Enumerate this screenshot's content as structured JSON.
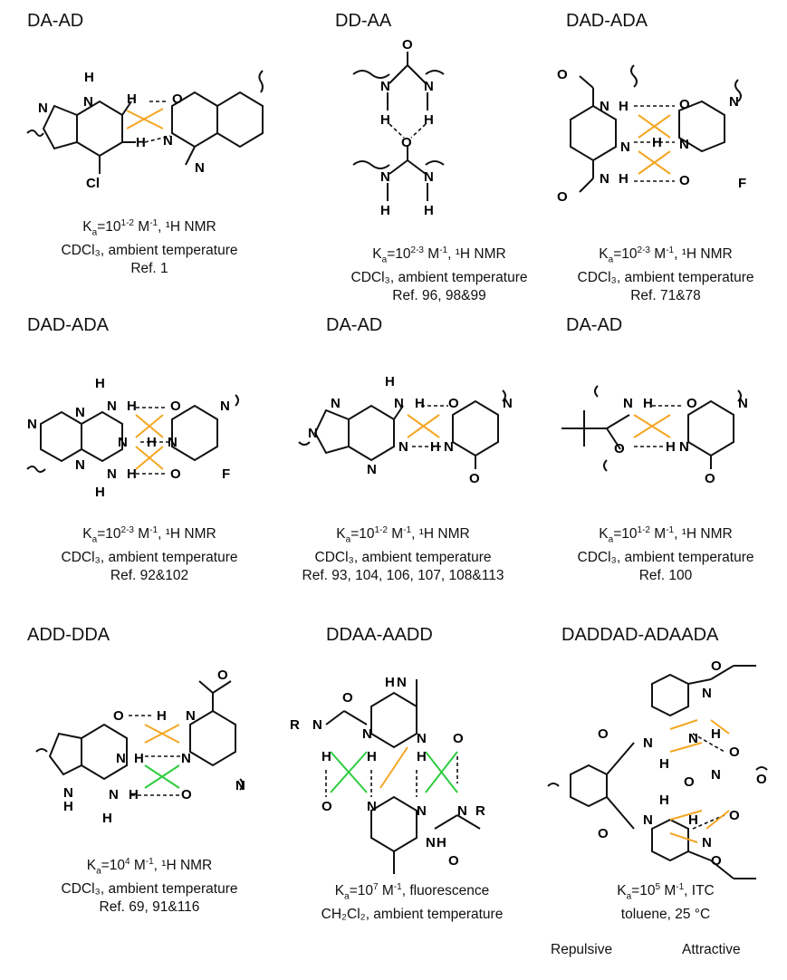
{
  "colors": {
    "repulsive": "#2ecc40",
    "attractive": "#f5a623",
    "ink": "#111111"
  },
  "panels": [
    {
      "title": "DA-AD",
      "ka": "10",
      "ka_exp": "1-2",
      "ka_unit": " M",
      "method": "¹H NMR",
      "solvent": "CDCl₃, ambient temperature",
      "ref": "Ref. 1"
    },
    {
      "title": "DD-AA",
      "ka": "10",
      "ka_exp": "2-3",
      "ka_unit": " M",
      "method": "¹H NMR",
      "solvent": "CDCl₃, ambient temperature",
      "ref": "Ref. 96, 98&99"
    },
    {
      "title": "DAD-ADA",
      "ka": "10",
      "ka_exp": "2-3",
      "ka_unit": " M",
      "method": "¹H NMR",
      "solvent": "CDCl₃, ambient temperature",
      "ref": "Ref. 71&78"
    },
    {
      "title": "DAD-ADA",
      "ka": "10",
      "ka_exp": "2-3",
      "ka_unit": " M",
      "method": "¹H NMR",
      "solvent": "CDCl₃, ambient temperature",
      "ref": "Ref. 92&102"
    },
    {
      "title": "DA-AD",
      "ka": "10",
      "ka_exp": "1-2",
      "ka_unit": " M",
      "method": "¹H NMR",
      "solvent": "CDCl₃, ambient temperature",
      "ref": "Ref. 93, 104, 106, 107, 108&113"
    },
    {
      "title": "DA-AD",
      "ka": "10",
      "ka_exp": "1-2",
      "ka_unit": " M",
      "method": "¹H NMR",
      "solvent": "CDCl₃, ambient temperature",
      "ref": "Ref. 100"
    },
    {
      "title": "ADD-DDA",
      "ka": "10",
      "ka_exp": "4",
      "ka_unit": " M",
      "method": "¹H NMR",
      "solvent": "CDCl₃, ambient temperature",
      "ref": "Ref. 69, 91&116"
    },
    {
      "title": "DDAA-AADD",
      "ka": "10",
      "ka_exp": "7",
      "ka_unit": " M",
      "method": "fluorescence",
      "solvent": "CH₂Cl₂, ambient temperature",
      "ref": ""
    },
    {
      "title": "DADDAD-ADAADA",
      "ka": "10",
      "ka_exp": "5",
      "ka_unit": " M",
      "method": "ITC",
      "solvent": "toluene, 25 °C",
      "ref": ""
    }
  ],
  "legend": {
    "repulsive": "Repulsive",
    "attractive": "Attractive"
  }
}
